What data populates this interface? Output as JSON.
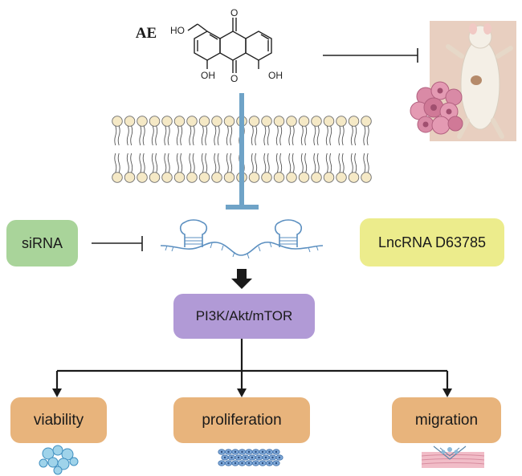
{
  "compound": {
    "name": "AE",
    "substituents": {
      "top": "HO",
      "left_oh": "OH",
      "right_oh": "OH"
    }
  },
  "nodes": {
    "sirna": "siRNA",
    "lncrna": "LncRNA D63785",
    "pathway": "PI3K/Akt/mTOR",
    "outcomes": [
      "viability",
      "proliferation",
      "migration"
    ]
  },
  "colors": {
    "sirna_box": "#a9d49a",
    "lncrna_box": "#ecec8c",
    "pathway_box": "#b19ad6",
    "outcome_box": "#e8b47c",
    "inhibition_bar": "#6fa3c7",
    "rna_strand": "#5b8fc0"
  },
  "edges": [
    {
      "from": "AE",
      "to": "tumor-mouse",
      "type": "inhibition"
    },
    {
      "from": "AE",
      "to": "lncrna",
      "type": "inhibition",
      "through": "cell-membrane"
    },
    {
      "from": "sirna",
      "to": "lncrna",
      "type": "inhibition"
    },
    {
      "from": "lncrna",
      "to": "pathway",
      "type": "activation"
    },
    {
      "from": "pathway",
      "to": "viability",
      "type": "activation"
    },
    {
      "from": "pathway",
      "to": "proliferation",
      "type": "activation"
    },
    {
      "from": "pathway",
      "to": "migration",
      "type": "activation"
    }
  ]
}
